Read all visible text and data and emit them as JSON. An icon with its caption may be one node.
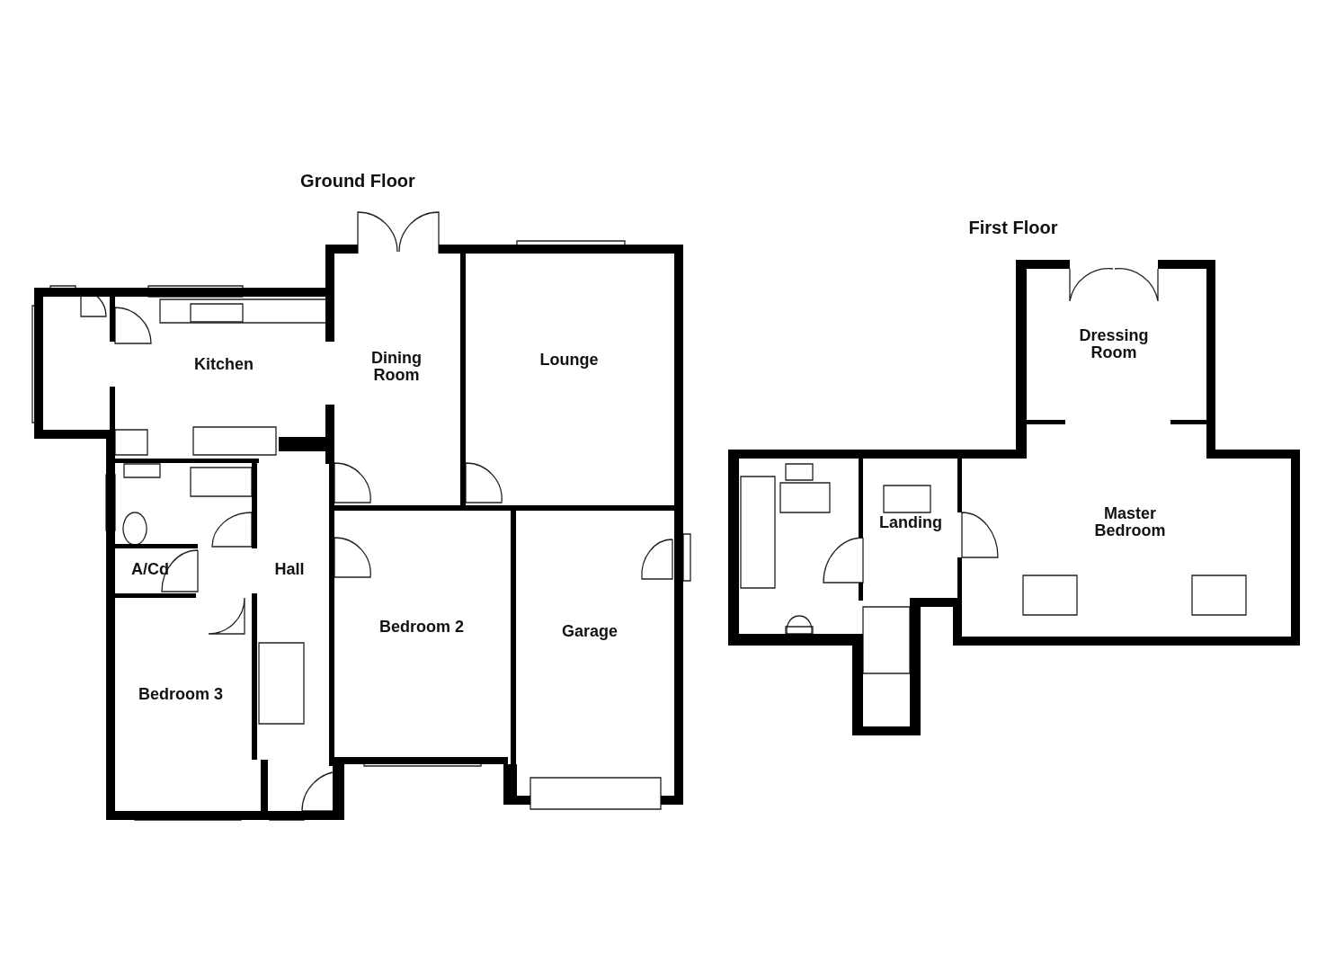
{
  "diagram": {
    "labels": [
      "Ground Floor",
      "Kitchen",
      "Dining Room",
      "Lounge",
      "A/Cd",
      "Hall",
      "Bedroom 2",
      "Garage",
      "Bedroom 3",
      "First Floor",
      "Dressing Room",
      "Landing",
      "Master Bedroom"
    ]
  }
}
